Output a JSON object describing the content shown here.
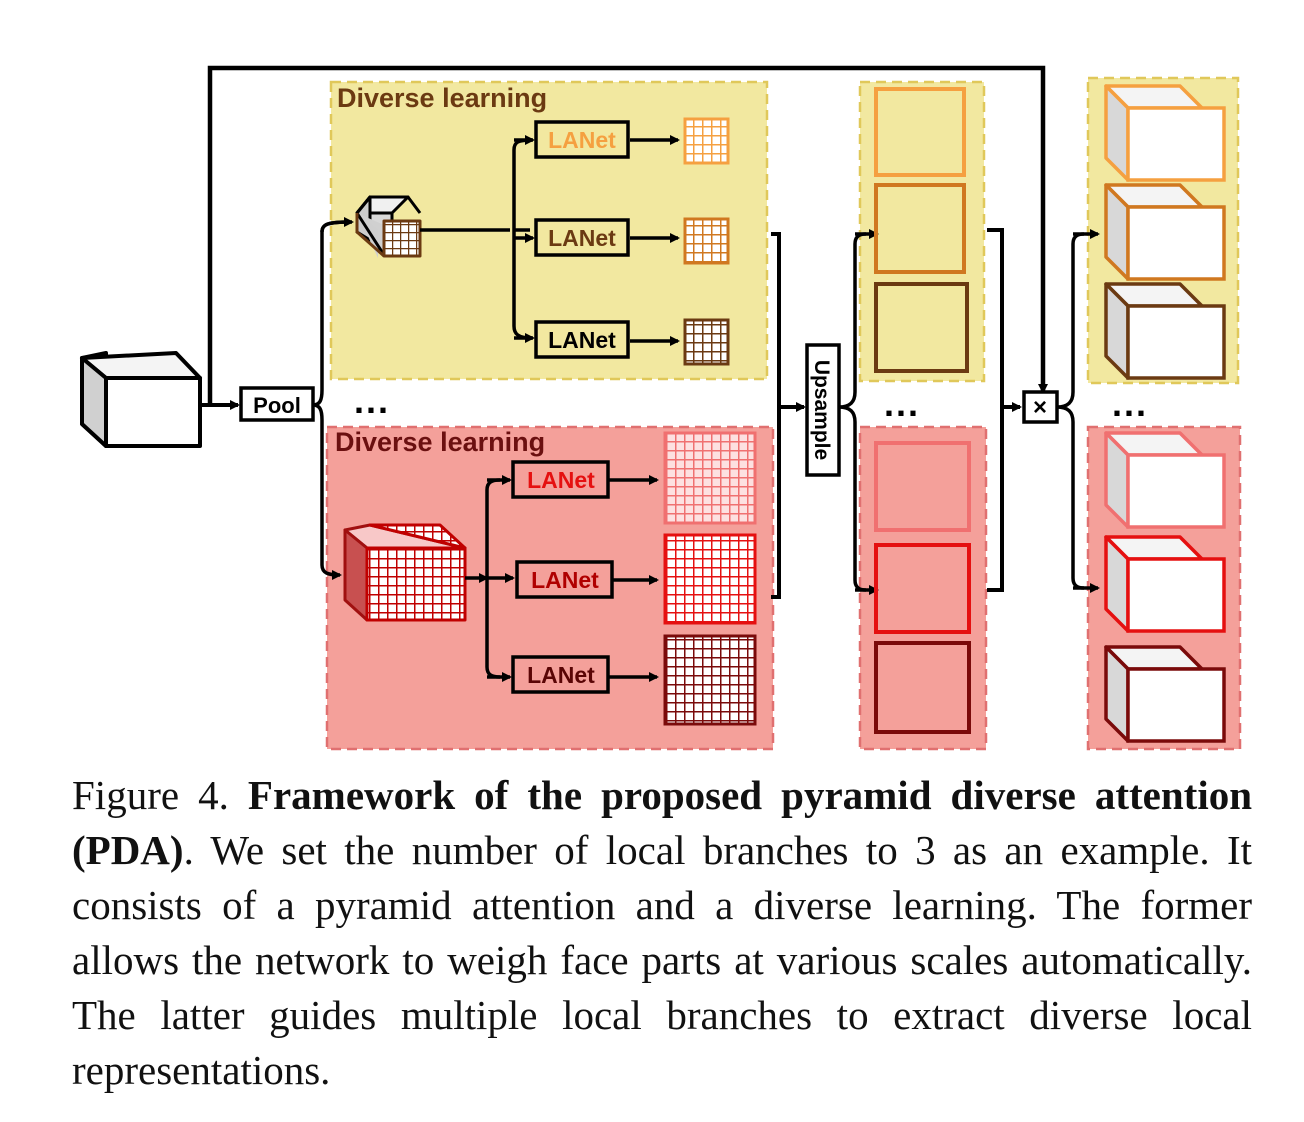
{
  "figure": {
    "labels": {
      "pool": "Pool",
      "upsample": "Upsample",
      "multiply": "×",
      "diverse_learning_top": "Diverse learning",
      "diverse_learning_bottom": "Diverse learning",
      "lanet": "LANet",
      "ellipsis": "..."
    },
    "colors": {
      "yellow_region": "#f2e8a0",
      "red_region": "#f4a09a",
      "orange_light": "#f5a040",
      "orange_mid": "#d07820",
      "brown_dark": "#6b3a12",
      "red_light": "#f07070",
      "red_mid": "#e51010",
      "red_dark": "#7a0a0a"
    }
  },
  "caption": {
    "figure_number": "Figure 4.",
    "title": "Framework of the proposed pyramid diverse attention (PDA)",
    "body": ". We set the number of local branches to 3 as an example. It consists of a pyramid attention and a diverse learning. The former allows the network to weigh face parts at various scales automatically. The latter guides multiple local branches to extract diverse local representations."
  }
}
